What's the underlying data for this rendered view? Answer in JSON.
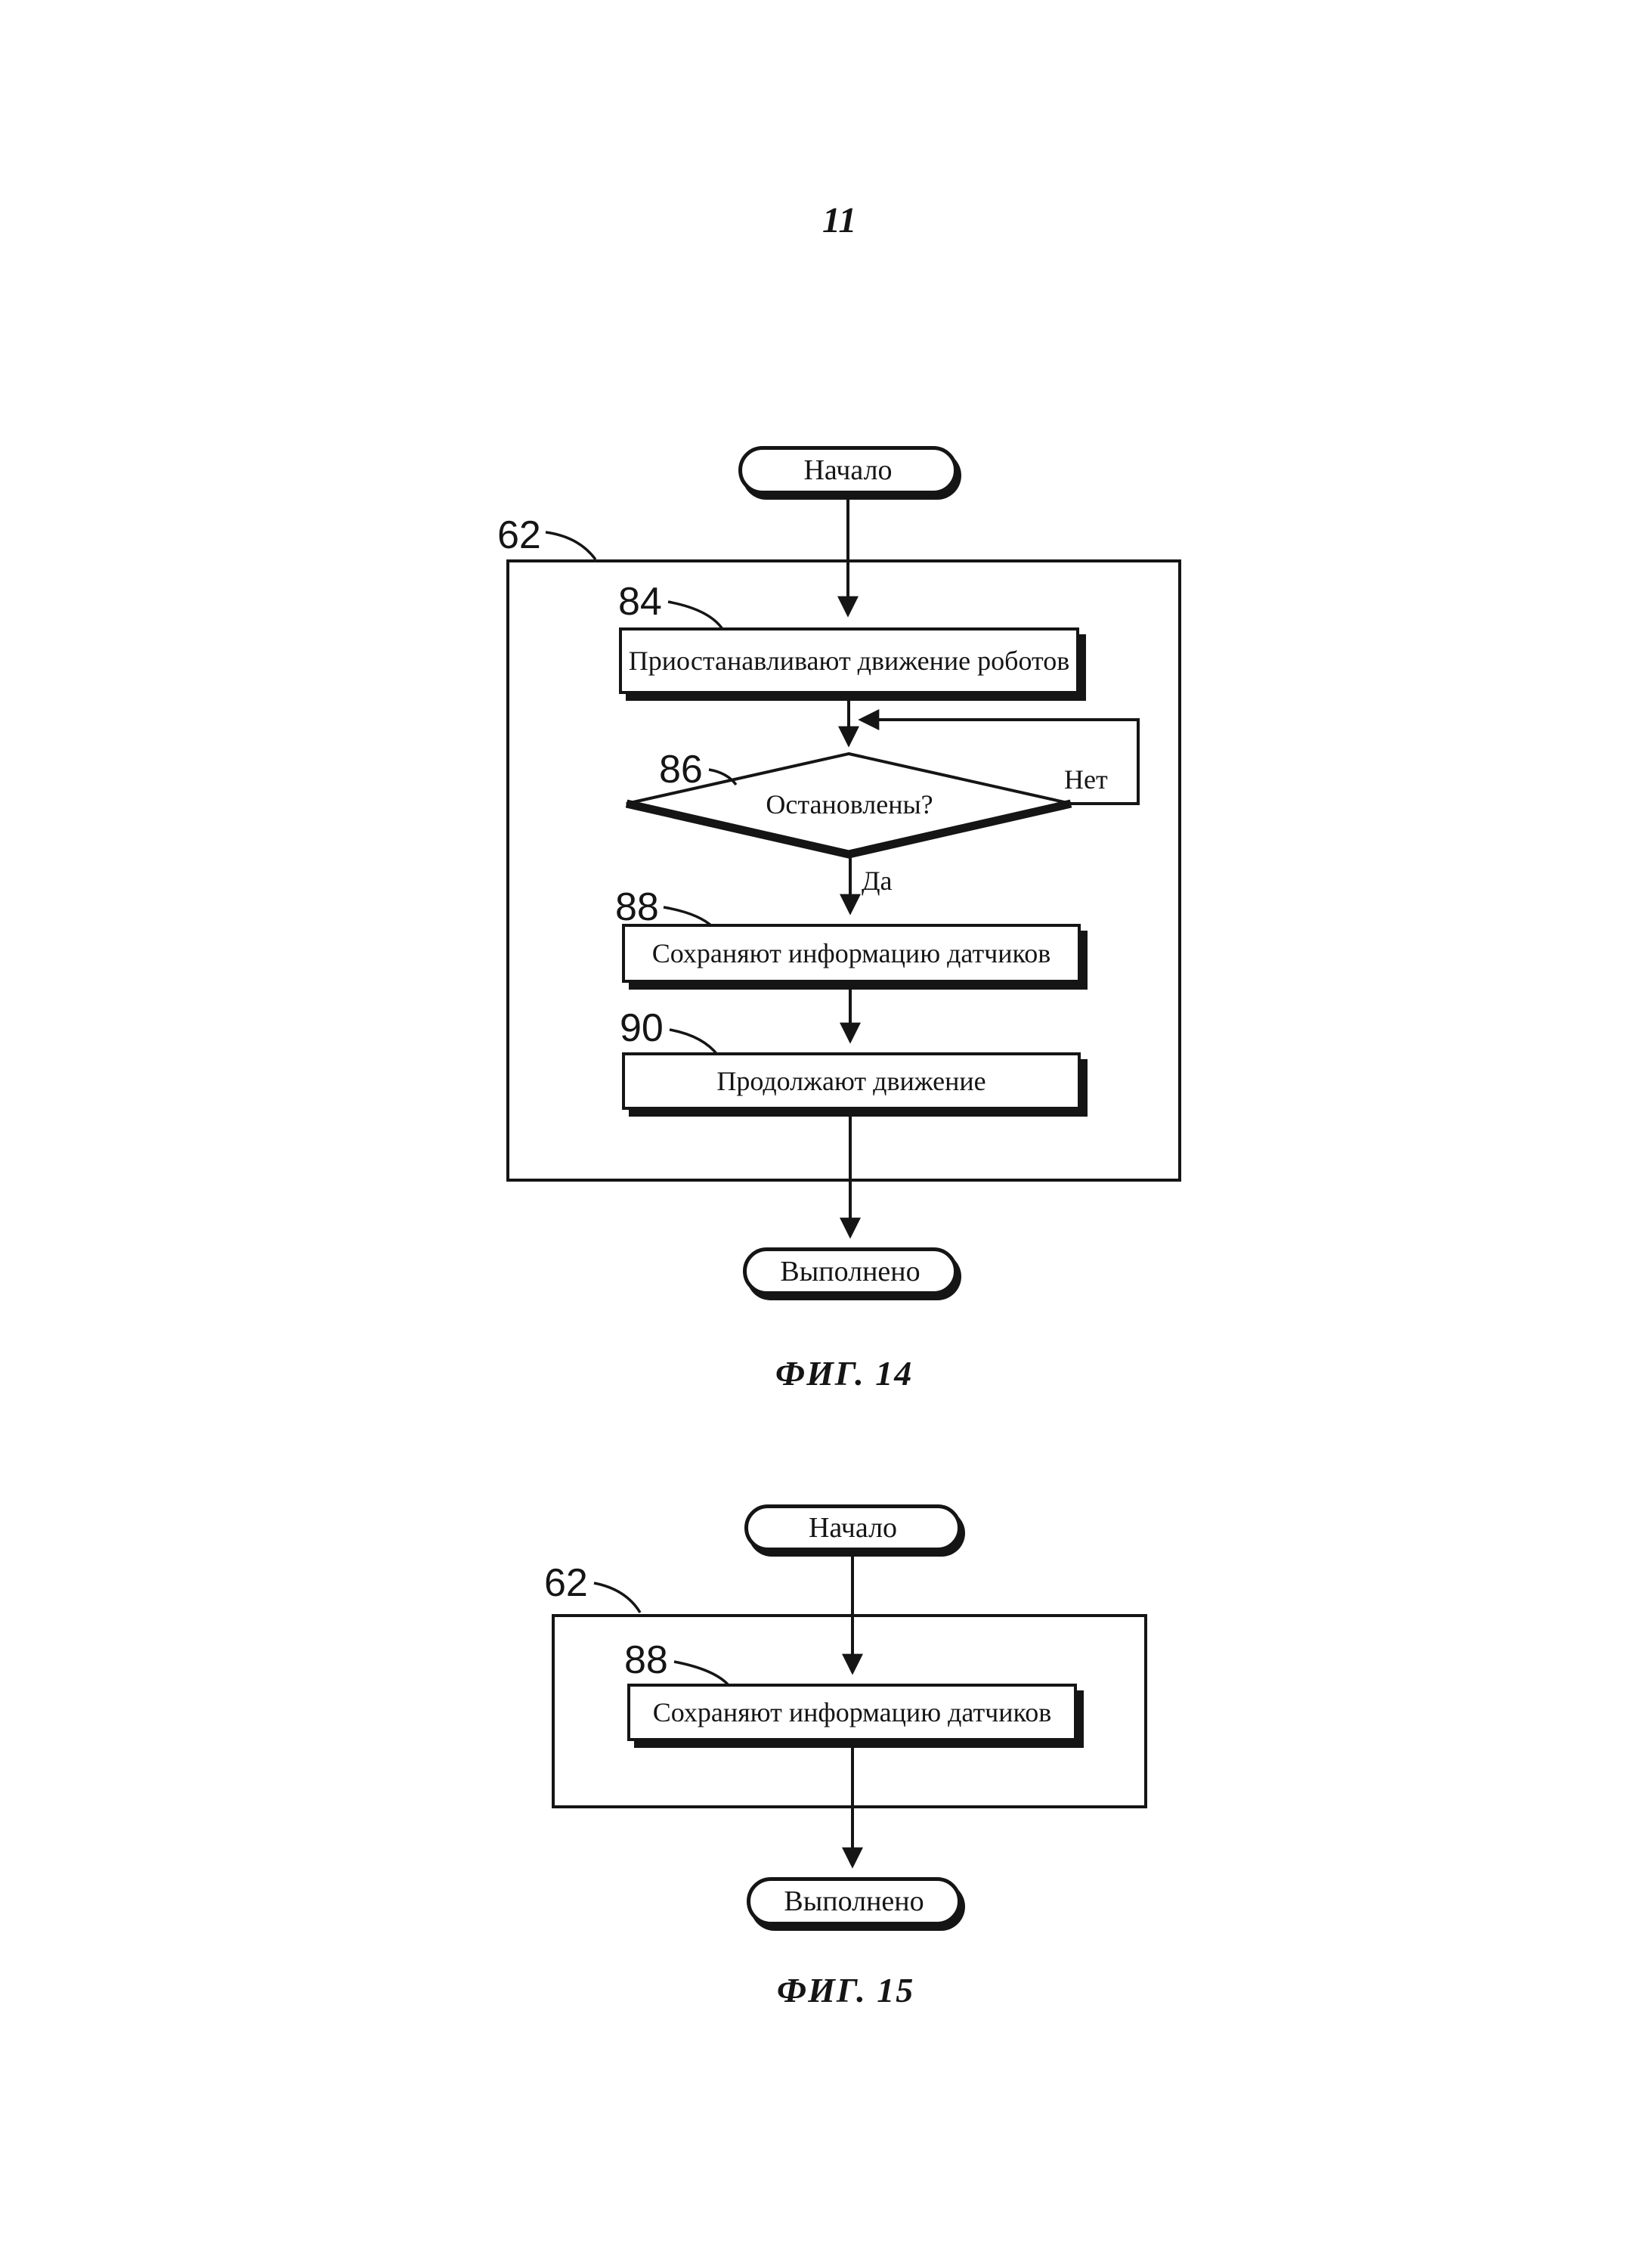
{
  "page": {
    "number": "11"
  },
  "colors": {
    "ink": "#151515",
    "paper": "#ffffff"
  },
  "fig14": {
    "caption": "ФИГ. 14",
    "start_label": "Начало",
    "end_label": "Выполнено",
    "container_ref": "62",
    "steps": {
      "box84": {
        "ref": "84",
        "label": "Приостанавливают движение роботов"
      },
      "box88": {
        "ref": "88",
        "label": "Сохраняют информацию датчиков"
      },
      "box90": {
        "ref": "90",
        "label": "Продолжают движение"
      }
    },
    "decision": {
      "ref": "86",
      "label": "Остановлены?",
      "yes_label": "Да",
      "no_label": "Нет"
    }
  },
  "fig15": {
    "caption": "ФИГ. 15",
    "start_label": "Начало",
    "end_label": "Выполнено",
    "container_ref": "62",
    "steps": {
      "box88": {
        "ref": "88",
        "label": "Сохраняют информацию датчиков"
      }
    }
  }
}
